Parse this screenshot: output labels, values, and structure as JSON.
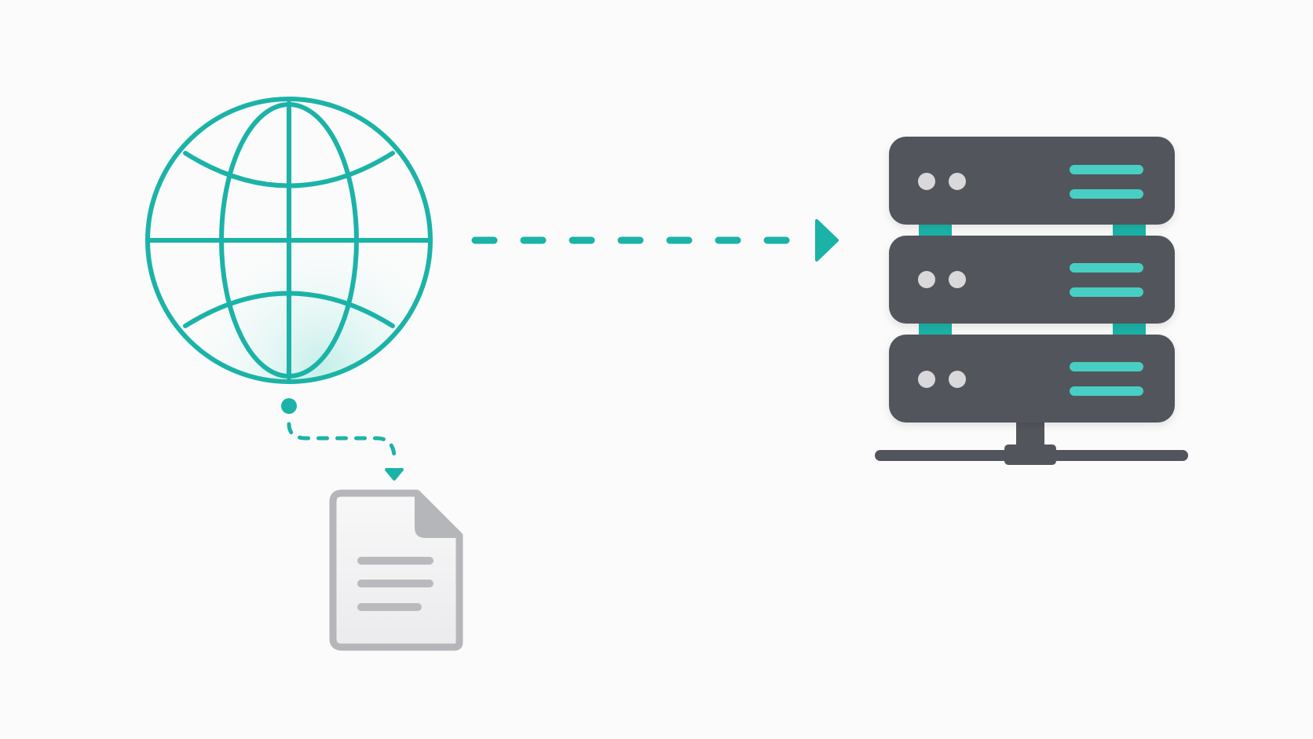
{
  "diagram": {
    "nodes": [
      {
        "id": "globe",
        "icon": "globe-icon"
      },
      {
        "id": "document",
        "icon": "document-icon"
      },
      {
        "id": "server",
        "icon": "server-rack-icon",
        "units": 3
      }
    ],
    "edges": [
      {
        "from": "globe",
        "to": "server",
        "style": "dashed-arrow"
      },
      {
        "from": "globe",
        "to": "document",
        "style": "dashed-arrow"
      }
    ]
  },
  "colors": {
    "background": "#fbfbfb",
    "accent": "#1bb3a7",
    "accent_light": "#48cfc3",
    "server_body": "#52555b",
    "server_light": "#d9d9dc",
    "document_border": "#b5b6ba",
    "document_fill": "#f4f4f5",
    "document_lines": "#b9babe"
  }
}
